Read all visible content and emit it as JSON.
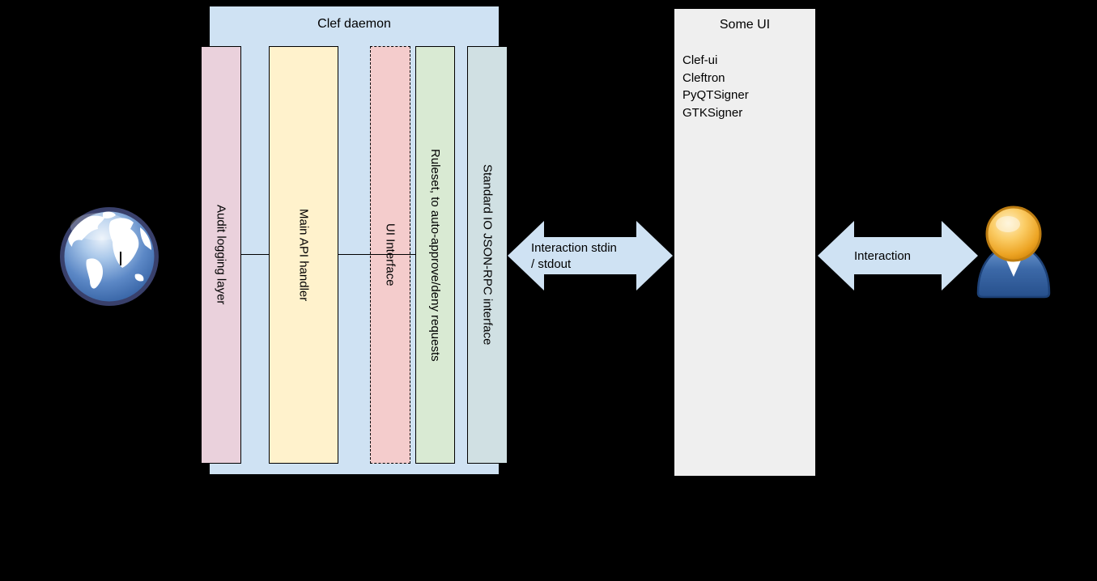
{
  "diagram": {
    "background": "#000000"
  },
  "clef_daemon": {
    "title": "Clef daemon",
    "bg": "#cfe2f3",
    "columns": [
      {
        "label": "Audit logging layer",
        "bg": "#ead1dc",
        "border_style": "solid"
      },
      {
        "label": "Main API handler",
        "bg": "#fff2cc",
        "border_style": "solid"
      },
      {
        "label": "UI Interface",
        "bg": "#f4cccc",
        "border_style": "dashed"
      },
      {
        "label": "Ruleset, to auto-approve/deny requests",
        "bg": "#d9ead3",
        "border_style": "solid"
      },
      {
        "label": "Standard IO JSON-RPC interface",
        "bg": "#d0e0e3",
        "border_style": "solid"
      }
    ]
  },
  "some_ui": {
    "title": "Some UI",
    "bg": "#efefef",
    "items": [
      "Clef-ui",
      "Cleftron",
      "PyQTSigner",
      "GTKSigner"
    ]
  },
  "left_arrow": {
    "line1": "Interaction stdin",
    "line2": "/ stdout",
    "fill": "#cfe2f3"
  },
  "right_arrow": {
    "label": "Interaction",
    "fill": "#cfe2f3"
  },
  "icons": {
    "globe": "earth-globe",
    "user": "person"
  },
  "colors": {
    "background": "#000000",
    "border": "#000000",
    "connector": "#000000",
    "arrow_blue": "#cfe2f3"
  }
}
